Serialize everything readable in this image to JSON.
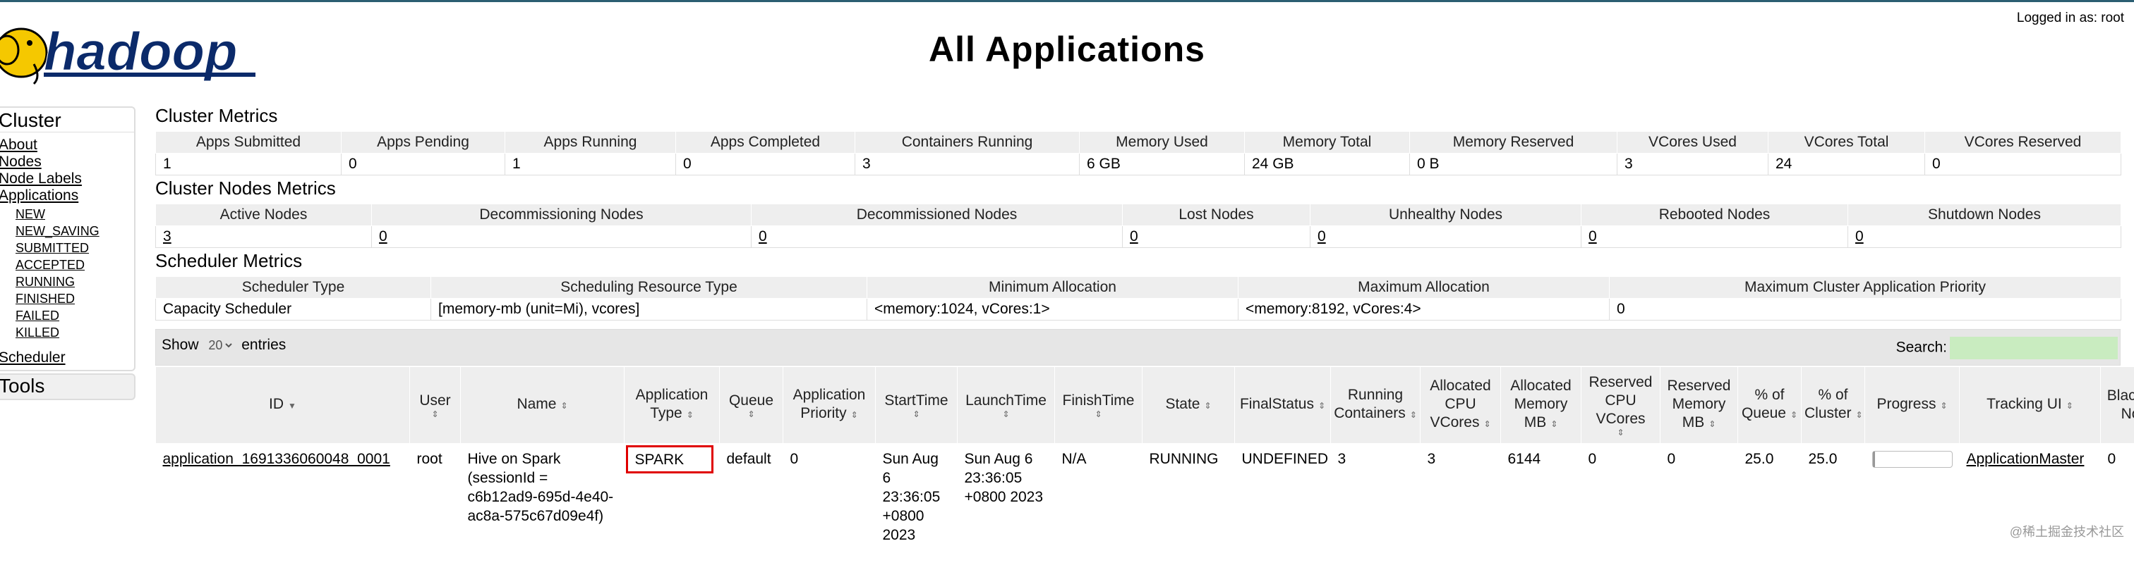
{
  "header": {
    "logo_text": "hadoop",
    "title": "All Applications",
    "login_text": "Logged in as: root"
  },
  "sidebar": {
    "cluster_heading": "Cluster",
    "links": [
      "About",
      "Nodes",
      "Node Labels",
      "Applications"
    ],
    "app_states": [
      "NEW",
      "NEW_SAVING",
      "SUBMITTED",
      "ACCEPTED",
      "RUNNING",
      "FINISHED",
      "FAILED",
      "KILLED"
    ],
    "scheduler_link": "Scheduler",
    "tools_heading": "Tools"
  },
  "cluster_metrics": {
    "title": "Cluster Metrics",
    "headers": [
      "Apps Submitted",
      "Apps Pending",
      "Apps Running",
      "Apps Completed",
      "Containers Running",
      "Memory Used",
      "Memory Total",
      "Memory Reserved",
      "VCores Used",
      "VCores Total",
      "VCores Reserved"
    ],
    "values": [
      "1",
      "0",
      "1",
      "0",
      "3",
      "6 GB",
      "24 GB",
      "0 B",
      "3",
      "24",
      "0"
    ]
  },
  "node_metrics": {
    "title": "Cluster Nodes Metrics",
    "headers": [
      "Active Nodes",
      "Decommissioning Nodes",
      "Decommissioned Nodes",
      "Lost Nodes",
      "Unhealthy Nodes",
      "Rebooted Nodes",
      "Shutdown Nodes"
    ],
    "values": [
      "3",
      "0",
      "0",
      "0",
      "0",
      "0",
      "0"
    ]
  },
  "scheduler_metrics": {
    "title": "Scheduler Metrics",
    "headers": [
      "Scheduler Type",
      "Scheduling Resource Type",
      "Minimum Allocation",
      "Maximum Allocation",
      "Maximum Cluster Application Priority"
    ],
    "values": [
      "Capacity Scheduler",
      "[memory-mb (unit=Mi), vcores]",
      "<memory:1024, vCores:1>",
      "<memory:8192, vCores:4>",
      "0"
    ]
  },
  "apps_table": {
    "show_label": "Show",
    "entries_value": "20",
    "entries_label": "entries",
    "search_label": "Search:",
    "search_value": "",
    "columns": {
      "id": "ID",
      "user": "User",
      "name": "Name",
      "app_type": "Application Type",
      "queue": "Queue",
      "priority": "Application Priority",
      "start": "StartTime",
      "launch": "LaunchTime",
      "finish": "FinishTime",
      "state": "State",
      "final_status": "FinalStatus",
      "running_containers": "Running Containers",
      "alloc_vcores": "Allocated CPU VCores",
      "alloc_mem": "Allocated Memory MB",
      "res_vcores": "Reserved CPU VCores",
      "res_mem": "Reserved Memory MB",
      "pct_queue": "% of Queue",
      "pct_cluster": "% of Cluster",
      "progress": "Progress",
      "tracking": "Tracking UI",
      "blacklisted": "Blacklisted Nodes"
    },
    "row": {
      "id": "application_1691336060048_0001",
      "user": "root",
      "name": "Hive on Spark (sessionId = c6b12ad9-695d-4e40-ac8a-575c67d09e4f)",
      "app_type": "SPARK",
      "queue": "default",
      "priority": "0",
      "start": "Sun Aug 6 23:36:05 +0800 2023",
      "launch": "Sun Aug 6 23:36:05 +0800 2023",
      "finish": "N/A",
      "state": "RUNNING",
      "final_status": "UNDEFINED",
      "running_containers": "3",
      "alloc_vcores": "3",
      "alloc_mem": "6144",
      "res_vcores": "0",
      "res_mem": "0",
      "pct_queue": "25.0",
      "pct_cluster": "25.0",
      "progress_fraction": 0.03,
      "tracking": "ApplicationMaster",
      "blacklisted": "0"
    }
  },
  "watermark": "@稀土掘金技术社区",
  "colors": {
    "top_border": "#2b5e72",
    "highlight_box": "#e00000",
    "search_input_bg": "#c9ecc0",
    "logo_yellow": "#f5c800"
  }
}
